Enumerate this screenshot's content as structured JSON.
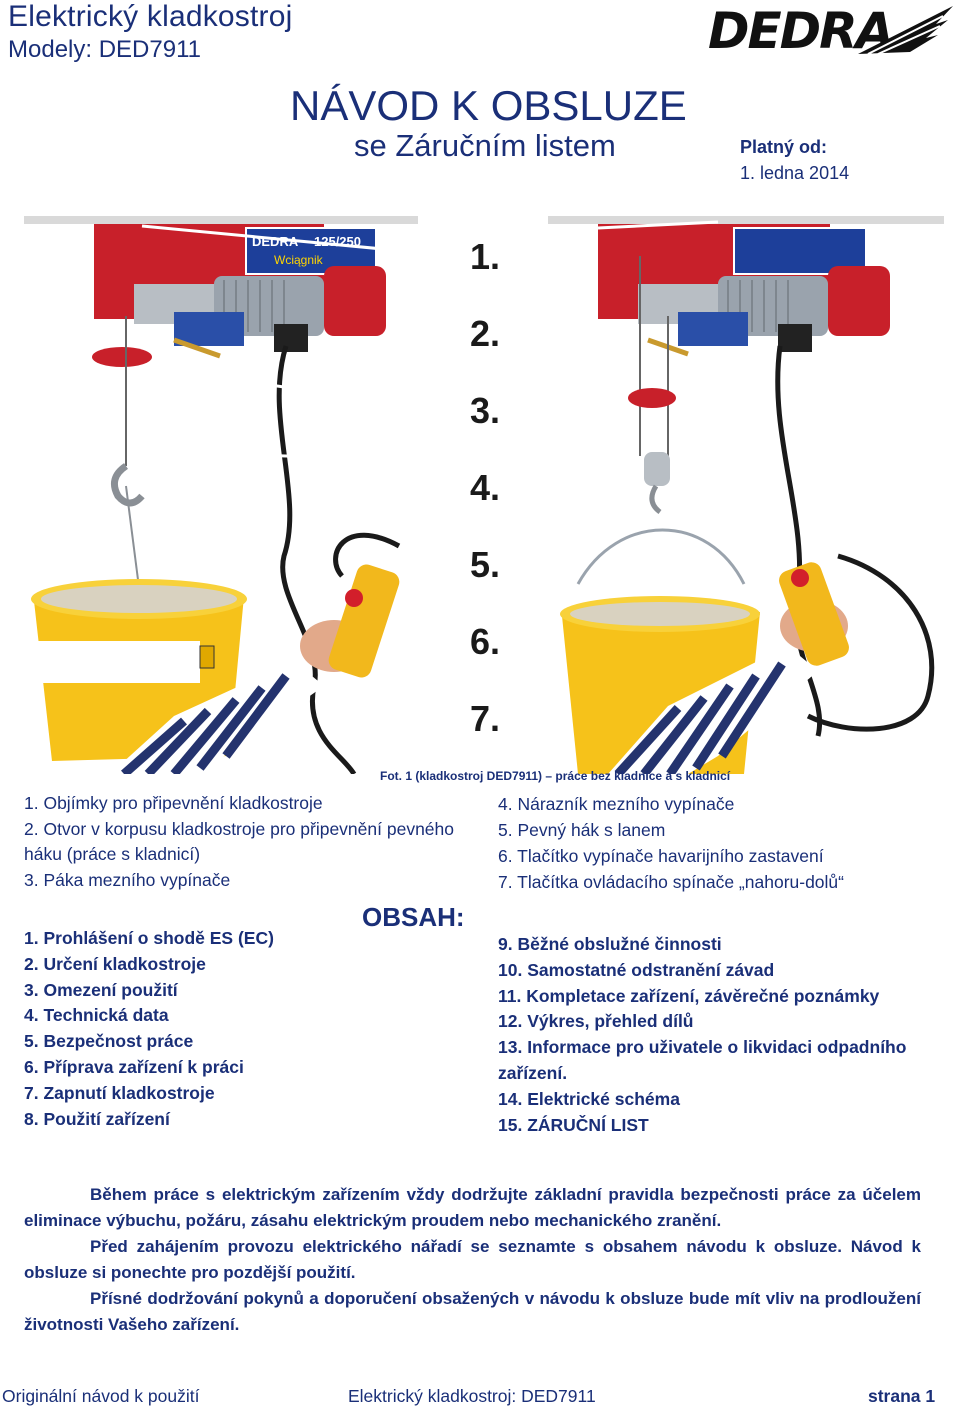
{
  "header": {
    "title": "Elektrický kladkostroj",
    "models": "Modely: DED7911",
    "logo_text": "DEDRA",
    "doc_title": "NÁVOD K OBSLUZE",
    "doc_subtitle": "se Záručním listem",
    "valid_label": "Platný od:",
    "valid_date": "1. ledna 2014"
  },
  "photo": {
    "numbers": [
      "1.",
      "2.",
      "3.",
      "4.",
      "5.",
      "6.",
      "7."
    ],
    "caption": "Fot. 1 (kladkostroj DED7911) – práce bez kladnice a s kladnicí",
    "hoist_label": "125/250",
    "hoist_brand": "DEDRA",
    "hoist_name": "Wciągnik"
  },
  "parts_left": [
    "1. Objímky pro připevnění kladkostroje",
    "2. Otvor v korpusu kladkostroje pro připevnění pevného háku (práce s kladnicí)",
    "3. Páka mezního vypínače"
  ],
  "parts_right": [
    "4. Nárazník mezního vypínače",
    "5. Pevný hák s lanem",
    "6. Tlačítko vypínače havarijního zastavení",
    "7. Tlačítka ovládacího spínače „nahoru-dolů“"
  ],
  "toc": {
    "heading": "OBSAH:",
    "left": [
      "1. Prohlášení o shodě ES (EC)",
      "2. Určení kladkostroje",
      "3. Omezení použití",
      "4. Technická data",
      "5. Bezpečnost práce",
      "6. Příprava zařízení k práci",
      "7. Zapnutí kladkostroje",
      "8. Použití zařízení"
    ],
    "right": [
      "9. Běžné obslužné činnosti",
      "10. Samostatné odstranění závad",
      "11. Kompletace zařízení, závěrečné poznámky",
      "12. Výkres, přehled dílů",
      "13. Informace pro uživatele o likvidaci odpadního zařízení.",
      "14. Elektrické schéma",
      "15. ZÁRUČNÍ LIST"
    ]
  },
  "intro": [
    "Během práce s elektrickým zařízením vždy dodržujte základní pravidla bezpečnosti práce za účelem eliminace výbuchu, požáru, zásahu elektrickým proudem nebo mechanického zranění.",
    "Před zahájením provozu elektrického nářadí se seznamte s obsahem návodu k obsluze. Návod k obsluze si ponechte pro pozdější použití.",
    "Přísné dodržování pokynů a doporučení obsažených v návodu k obsluze bude mít vliv na prodloužení životnosti Vašeho zařízení."
  ],
  "footer": {
    "left": "Originální návod k použití",
    "middle": "Elektrický kladkostroj: DED7911",
    "right": "strana 1"
  },
  "colors": {
    "text": "#1a2f78",
    "hoist_red": "#c8202a",
    "bucket_yellow": "#f6c21a",
    "motor_grey": "#9aa3ad"
  }
}
